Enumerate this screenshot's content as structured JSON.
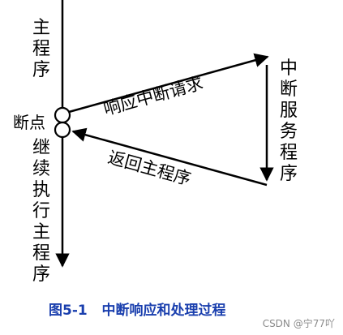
{
  "diagram": {
    "main_program": "主程序",
    "breakpoint": "断点",
    "continue_main": "继续执行主程序",
    "isr": "中断服务程序",
    "request_label": "响应中断请求",
    "return_label": "返回主程序"
  },
  "caption": "图5-1   中断响应和处理过程",
  "watermark": "CSDN @宁77吖",
  "colors": {
    "caption": "#1a3fae",
    "lines": "#000000"
  }
}
